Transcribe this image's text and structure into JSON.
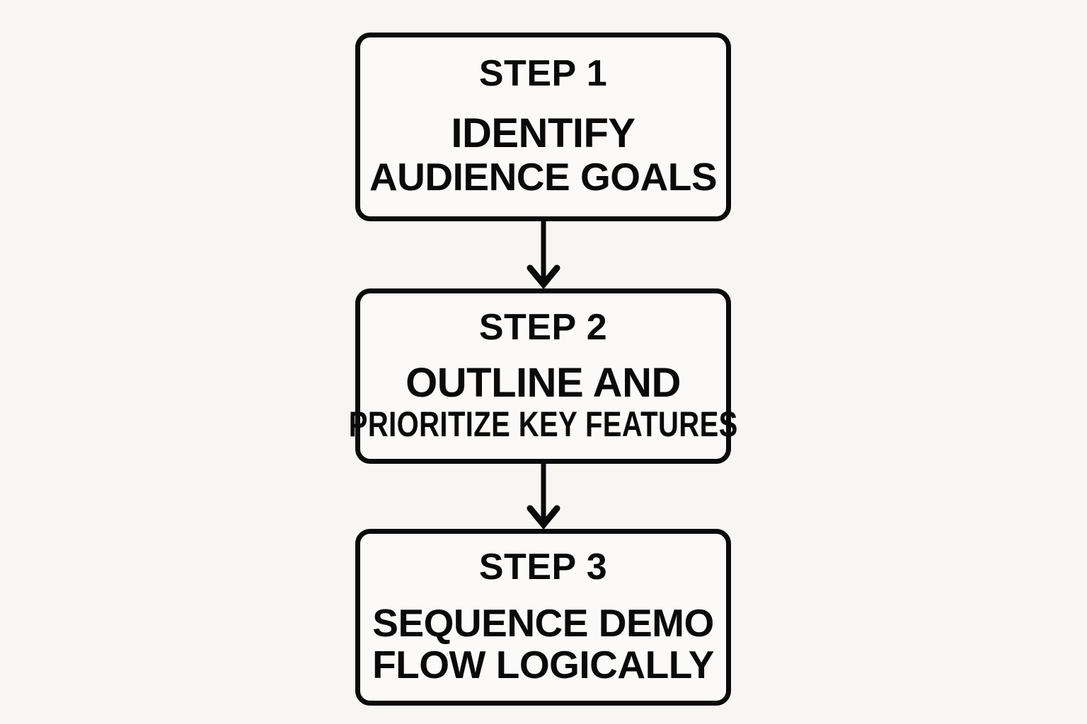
{
  "diagram": {
    "type": "vertical-flowchart",
    "title": "",
    "background_color": "#F7F6F2",
    "box_fill_color": "#FBFAF8",
    "stroke_color": "#0A0A0A",
    "orientation": "top-to-bottom",
    "node_count": 3,
    "connector_count": 2,
    "nodes": [
      {
        "id": "step-1",
        "label": "STEP 1",
        "lines": [
          "IDENTIFY",
          "AUDIENCE GOALS"
        ]
      },
      {
        "id": "step-2",
        "label": "STEP 2",
        "lines": [
          "OUTLINE AND",
          "PRIORITIZE KEY FEATURES"
        ]
      },
      {
        "id": "step-3",
        "label": "STEP 3",
        "lines": [
          "SEQUENCE DEMO",
          "FLOW LOGICALLY"
        ]
      }
    ],
    "connectors": [
      {
        "id": "connector-1",
        "from": "step-1",
        "to": "step-2",
        "glyph": "down-arrow"
      },
      {
        "id": "connector-2",
        "from": "step-2",
        "to": "step-3",
        "glyph": "down-arrow"
      }
    ]
  }
}
